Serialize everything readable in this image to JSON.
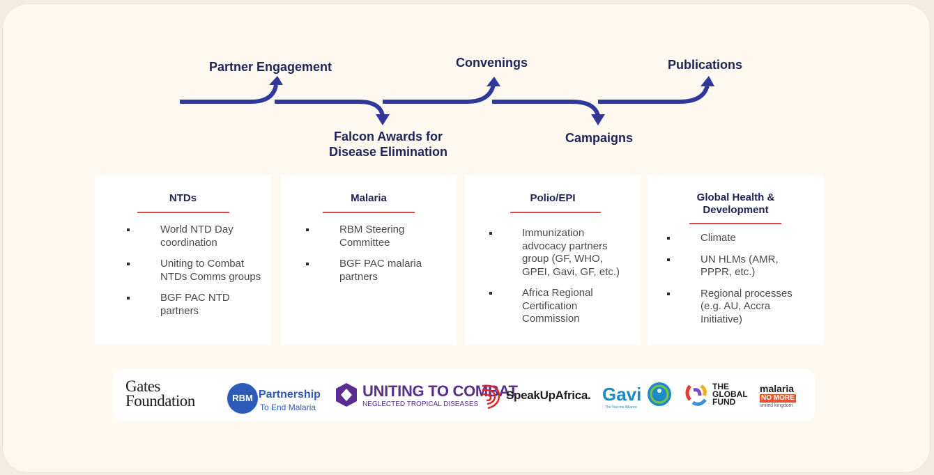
{
  "flow": {
    "steps": [
      "Partner Engagement",
      "Falcon Awards for Disease Elimination",
      "Convenings",
      "Campaigns",
      "Publications"
    ],
    "falcon_line1": "Falcon Awards for",
    "falcon_line2": "Disease Elimination",
    "arrow_color": "#30399a"
  },
  "cards": [
    {
      "title": "NTDs",
      "items": [
        "World NTD Day coordination",
        "Uniting to Combat NTDs Comms groups",
        "BGF PAC NTD partners"
      ]
    },
    {
      "title": "Malaria",
      "items": [
        "RBM Steering Committee",
        "BGF PAC malaria partners"
      ]
    },
    {
      "title": "Polio/EPI",
      "items": [
        "Immunization advocacy partners group (GF, WHO, GPEI, Gavi, GF, etc.)",
        "Africa Regional Certification Commission"
      ]
    },
    {
      "title": "Global Health & Development",
      "items": [
        "Climate",
        "UN HLMs (AMR, PPPR, etc.)",
        "Regional processes (e.g. AU, Accra Initiative)"
      ]
    }
  ],
  "logos": {
    "gates_line1": "Gates",
    "gates_line2": "Foundation",
    "rbm_badge": "RBM",
    "rbm_name": "Partnership",
    "rbm_sub": "To End Malaria",
    "uniting_name": "UNITING TO COMBAT",
    "uniting_sub": "NEGLECTED TROPICAL DISEASES",
    "speakup": "SpeakUpAfrica.",
    "gavi": "Gavi",
    "gavi_sub": "The Vaccine Alliance",
    "globalfund_1": "THE",
    "globalfund_2": "GLOBAL",
    "globalfund_3": "FUND",
    "mnm_1": "malaria",
    "mnm_2": "NO MORE",
    "mnm_3": "united kingdom"
  },
  "colors": {
    "navy": "#1f2358",
    "accent_red": "#e0474c",
    "arrow": "#30399a"
  }
}
